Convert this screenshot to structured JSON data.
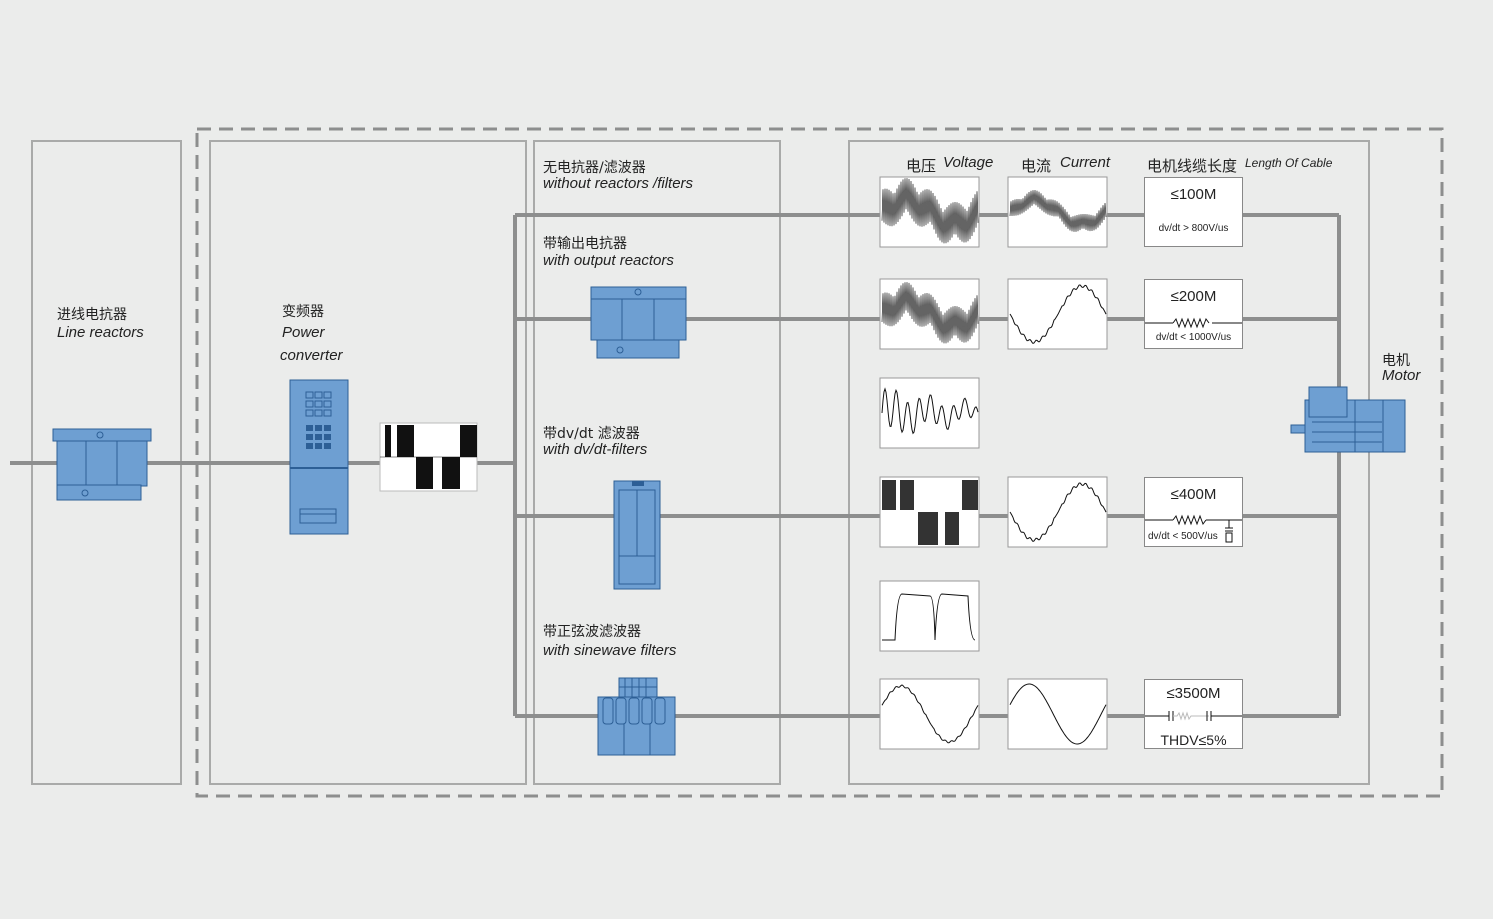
{
  "colors": {
    "background": "#ebeceb",
    "line": "#8d8e8e",
    "device": "#6e9fd2",
    "device_dark": "#2d5f96",
    "box_border": "#a9aaa9"
  },
  "line_reactors": {
    "zh": "进线电抗器",
    "en": "Line reactors"
  },
  "converter": {
    "zh": "变频器",
    "en1": "Power",
    "en2": "converter"
  },
  "options": {
    "none": {
      "zh": "无电抗器/滤波器",
      "en": "without reactors /filters"
    },
    "output_reactor": {
      "zh": "带输出电抗器",
      "en": "with output reactors"
    },
    "dvdt": {
      "zh": "带dv/dt 滤波器",
      "en": "with dv/dt-filters"
    },
    "sinewave": {
      "zh": "带正弦波滤波器",
      "en": "with sinewave filters"
    }
  },
  "headers": {
    "voltage_zh": "电压",
    "voltage_en": "Voltage",
    "current_zh": "电流",
    "current_en": "Current",
    "cable_zh": "电机线缆长度",
    "cable_en": "Length Of Cable"
  },
  "cable": [
    {
      "len": "≤100M",
      "note": "dv/dt > 800V/us"
    },
    {
      "len": "≤200M",
      "note": "dv/dt < 1000V/us"
    },
    {
      "len": "≤400M",
      "note": "dv/dt < 500V/us"
    },
    {
      "len": "≤3500M",
      "note": "THDV≤5%"
    }
  ],
  "motor": {
    "zh": "电机",
    "en": "Motor"
  }
}
